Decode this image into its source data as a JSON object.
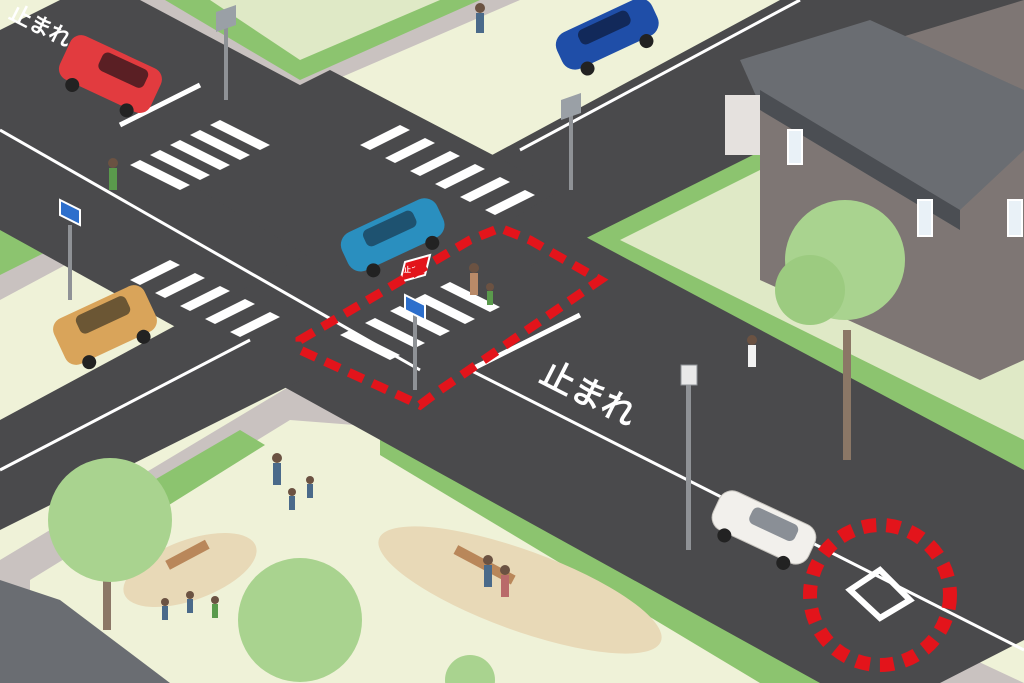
{
  "scene": {
    "kind": "isometric illustration",
    "road_markings": {
      "stop_text_main_road": "止まれ",
      "stop_text_top_left": "止まれ"
    },
    "sign_stop_text": "止まれ",
    "highlight_color": "#e3141b",
    "highlights": [
      "crosswalk-area-outline",
      "diamond-marking-circle"
    ],
    "icons": [
      "pedestrian-crossing-sign-icon",
      "stop-sign-icon",
      "diamond-marking-icon"
    ]
  },
  "colors": {
    "road": "#4a4a4c",
    "sidewalk": "#c9c2c0",
    "grass": "#aed49a",
    "hedge": "#8cc46f",
    "park": "#eff2d8",
    "house_wall": "#7e7674",
    "roof": "#6a6d72",
    "car_blue_teal": "#2a8fbf",
    "car_red": "#e23b3f",
    "car_blue": "#1f4ea8",
    "car_orange": "#d9a45a",
    "car_white": "#f2f0ec"
  }
}
